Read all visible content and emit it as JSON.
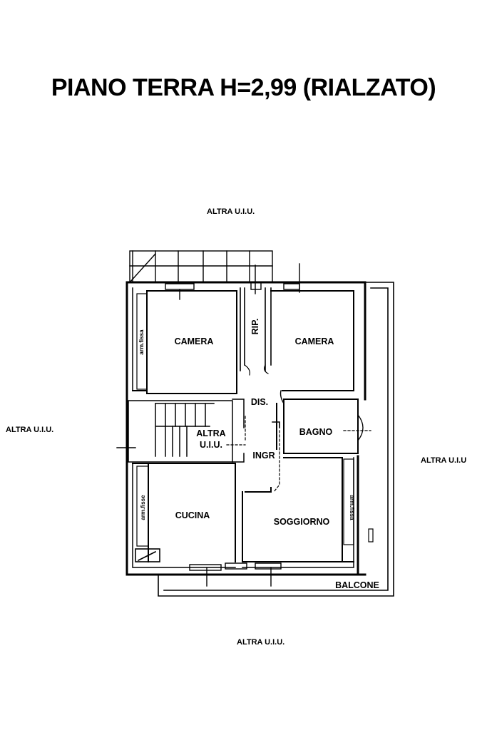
{
  "title": "PIANO TERRA H=2,99 (RIALZATO)",
  "surroundings": {
    "top": "ALTRA U.I.U.",
    "left": "ALTRA U.I.U.",
    "right": "ALTRA U.I.U",
    "bottom": "ALTRA U.I.U."
  },
  "rooms": {
    "camera_left": "CAMERA",
    "camera_right": "CAMERA",
    "rip": "RIP.",
    "dis": "DIS.",
    "bagno": "BAGNO",
    "altra_line1": "ALTRA",
    "altra_line2": "U.I.U.",
    "ingr": "INGR",
    "cucina": "CUCINA",
    "soggiorno": "SOGGIORNO",
    "balcone": "BALCONE"
  },
  "wardrobes": {
    "camera_left": "arm.fissa",
    "cucina": "arm.fisse",
    "soggiorno": "arm.fissa"
  }
}
